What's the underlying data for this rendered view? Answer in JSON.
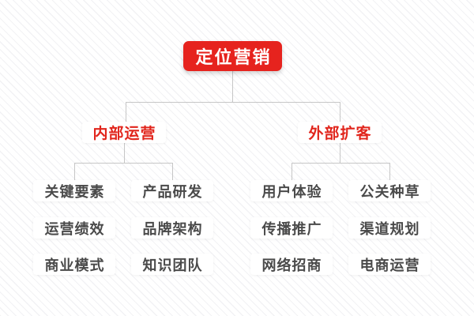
{
  "root": {
    "label": "定位营销"
  },
  "branches": [
    {
      "label": "内部运营",
      "children": [
        "关键要素",
        "产品研发",
        "运营绩效",
        "品牌架构",
        "商业模式",
        "知识团队"
      ]
    },
    {
      "label": "外部扩客",
      "children": [
        "用户体验",
        "公关种草",
        "传播推广",
        "渠道规划",
        "网络招商",
        "电商运营"
      ]
    }
  ],
  "colors": {
    "accent_red": "#e6231e",
    "branch_text_red": "#e1251c",
    "leaf_text": "#4a4a4a",
    "connector_line": "#c6c6c6",
    "node_bg": "#ffffff"
  }
}
